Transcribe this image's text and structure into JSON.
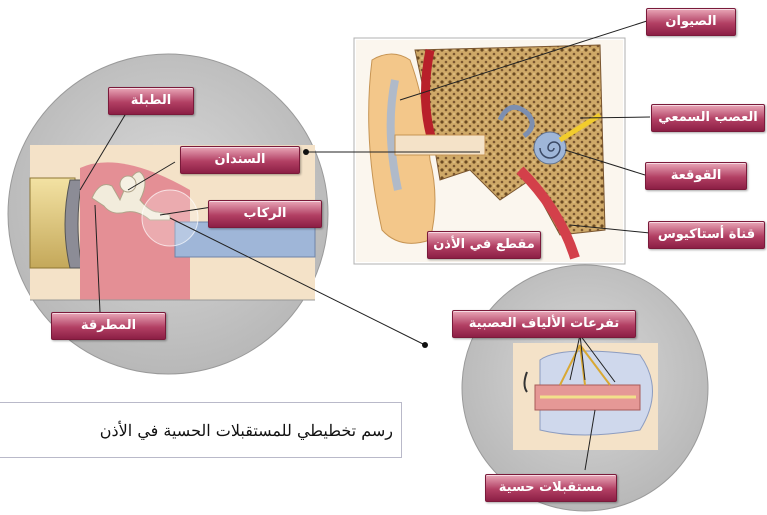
{
  "labels": {
    "vestibule": "الصيوان",
    "auditory_nerve": "العصب السمعي",
    "cochlea": "القوقعة",
    "eustachian": "قناة أستاكيوس",
    "ear_section": "مقطع في الأذن",
    "eardrum": "الطبلة",
    "anvil": "السندان",
    "stirrup": "الركاب",
    "hammer": "المطرقة",
    "nerve_branches": "تفرعات الألياف العصبية",
    "receptors": "مستقبلات حسية"
  },
  "caption": "رسم تخطيطي للمستقبلات الحسية في الأذن",
  "colors": {
    "label_accent": "#b23f63",
    "circle_gray": "#c8c8c8",
    "bone": "#e8d3a2",
    "flesh": "#e79a9a"
  }
}
